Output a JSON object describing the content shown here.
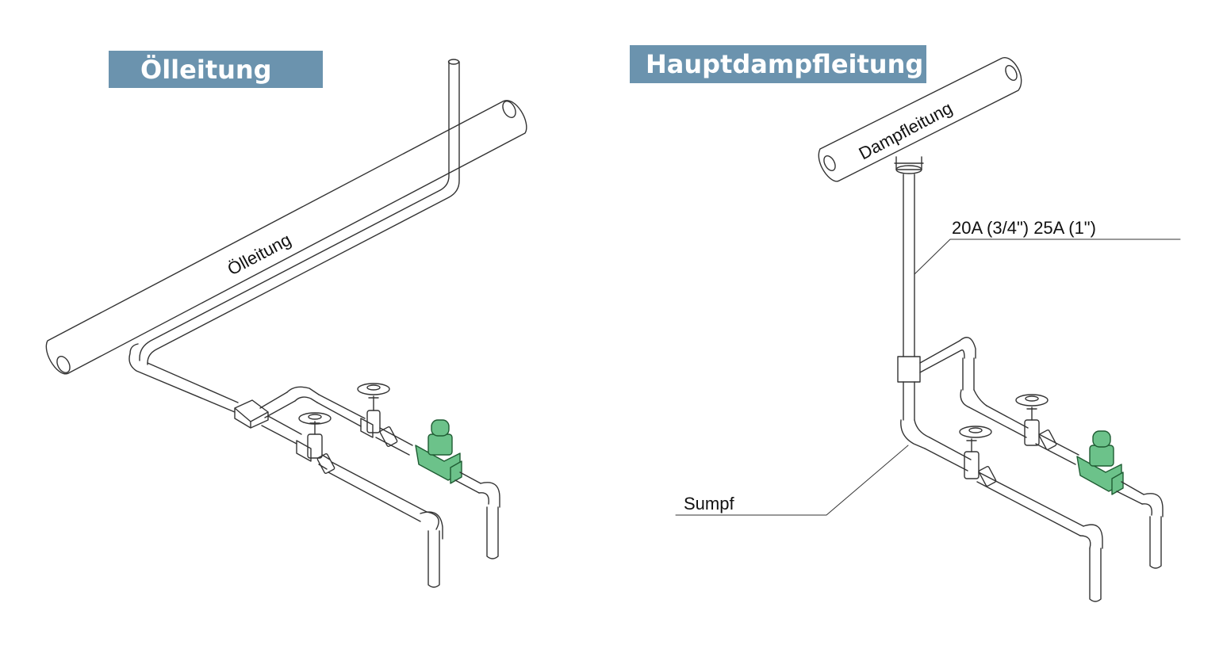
{
  "colors": {
    "banner": "#6b93ae",
    "trap_fill": "#6cc28a",
    "trap_stroke": "#1f5c33",
    "line": "#333333"
  },
  "left": {
    "banner": "Ölleitung",
    "pipe_label": "Ölleitung"
  },
  "right": {
    "banner": "Hauptdampfleitung",
    "pipe_label": "Dampfleitung",
    "size_label": "20A (3/4\") 25A (1\")",
    "sump_label": "Sumpf"
  },
  "icons": [
    "globe-valve-icon",
    "steam-trap-icon",
    "elbow-fitting-icon",
    "tee-fitting-icon"
  ]
}
